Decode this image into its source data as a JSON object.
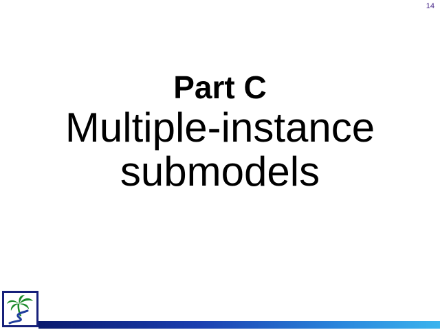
{
  "slide": {
    "page_number": "14",
    "part_heading": "Part C",
    "title_lines": [
      "Multiple-instance",
      "submodels"
    ]
  },
  "logo": {
    "icon": "palm-tree-island-logo",
    "colors": {
      "border": "#16207a",
      "palm_leaves": "#1a8a2a",
      "water_path": "#1f3d9c"
    }
  },
  "footer": {
    "gradient_colors": [
      "#0a1a6e",
      "#1b3fb0",
      "#2a86dc",
      "#3bb4ee"
    ]
  }
}
